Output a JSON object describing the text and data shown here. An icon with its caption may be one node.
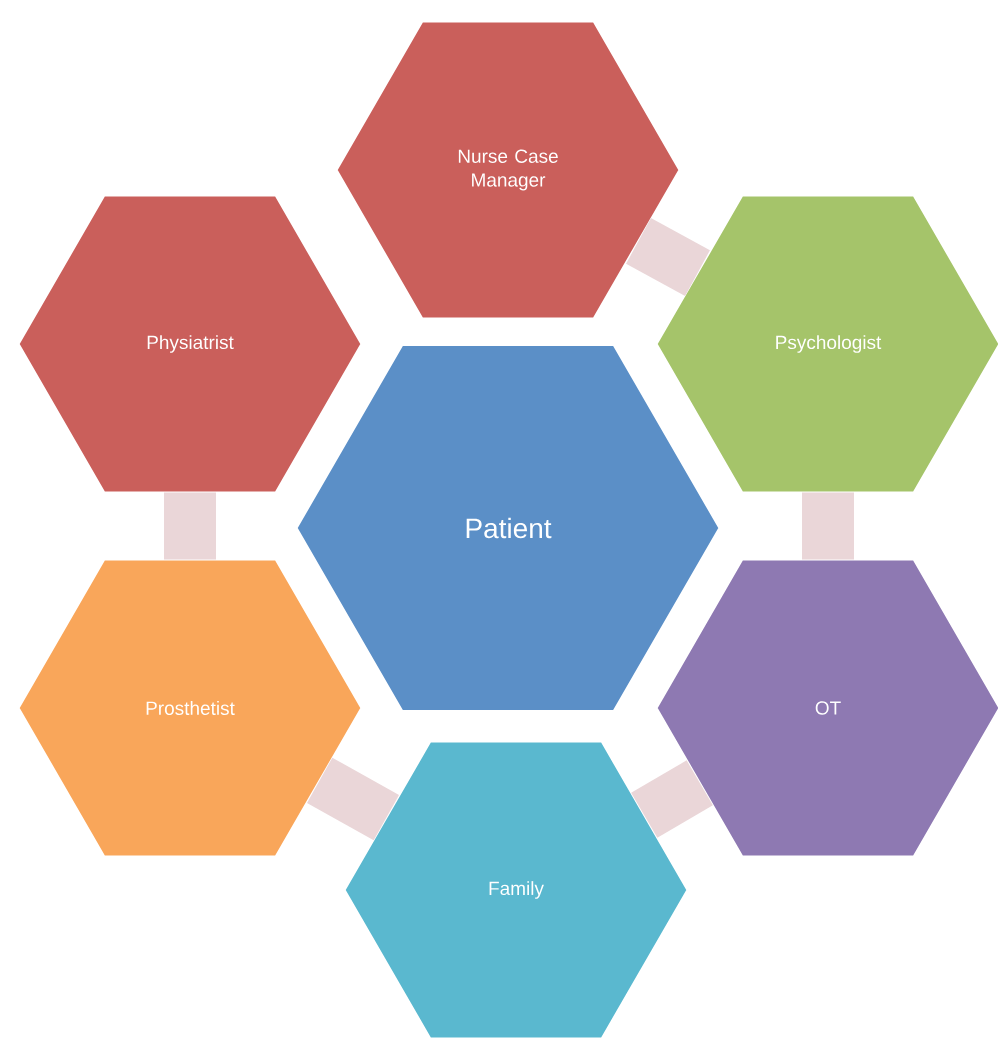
{
  "diagram": {
    "nodes": [
      {
        "text": [
          "Nurse Case Manager"
        ]
      },
      {
        "text": [
          "Psychologist"
        ]
      },
      {
        "text": [
          "OT"
        ]
      },
      {
        "text": [
          "Family"
        ]
      },
      {
        "text": [
          "Prosthetist"
        ]
      },
      {
        "text": [
          "Physiatrist"
        ]
      },
      {
        "text": [
          "Patient"
        ]
      }
    ],
    "edges": [
      {
        "from": 0,
        "to": 1,
        "arrow": "none"
      },
      {
        "from": 1,
        "to": 2,
        "arrow": "none"
      },
      {
        "from": 2,
        "to": 3,
        "arrow": "none"
      },
      {
        "from": 3,
        "to": 4,
        "arrow": "none"
      },
      {
        "from": 4,
        "to": 5,
        "arrow": "none"
      }
    ]
  }
}
